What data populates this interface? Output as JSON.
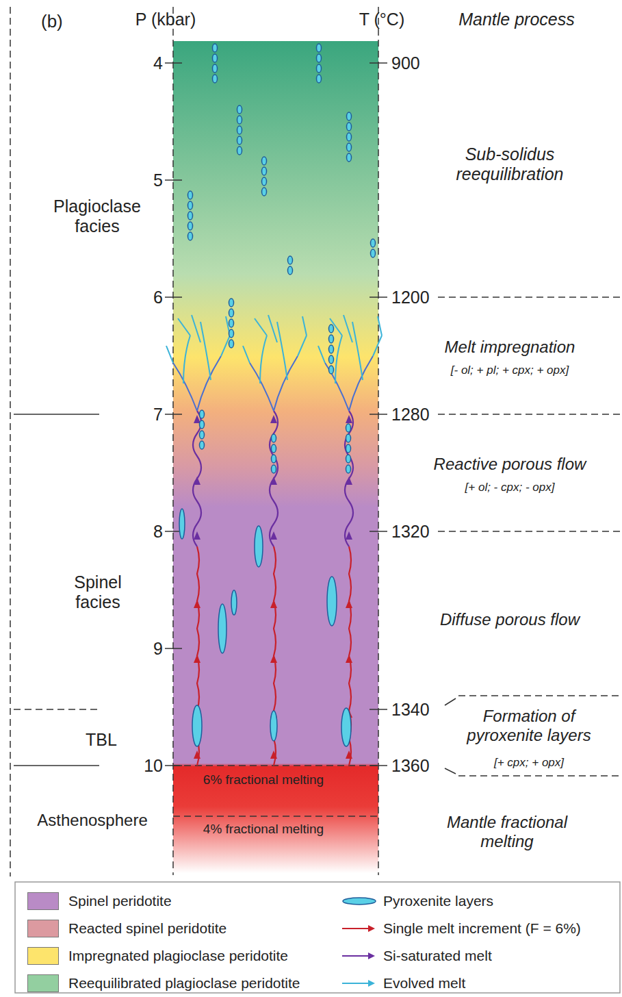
{
  "diagram": {
    "labels": [
      "(b)",
      "P (kbar)",
      "T (°C)",
      "Mantle process",
      "4",
      "5",
      "6",
      "7",
      "8",
      "9",
      "10",
      "900",
      "1200",
      "1280",
      "1320",
      "1340",
      "1360",
      "Plagioclase facies",
      "Spinel facies",
      "TBL",
      "Asthenosphere",
      "Sub-solidus reequilibration",
      "Melt impregnation",
      "[- ol; + pl; + cpx; + opx]",
      "Reactive porous flow",
      "[+ ol; - cpx; - opx]",
      "Diffuse porous flow",
      "Formation of pyroxenite layers",
      "[+ cpx; + opx]",
      "Mantle fractional melting",
      "6% fractional melting",
      "4% fractional melting"
    ],
    "legend": [
      {
        "text": "Spinel peridotite",
        "color": "#b98bc6"
      },
      {
        "text": "Reacted spinel peridotite",
        "color": "#dc9aa0"
      },
      {
        "text": "Impregnated plagioclase peridotite",
        "color": "#fde46c"
      },
      {
        "text": "Reequilibrated plagioclase peridotite",
        "color": "#93cfa0"
      },
      {
        "text": "Pyroxenite layers"
      },
      {
        "text": "Single melt increment (F = 6%)"
      },
      {
        "text": "Si-saturated melt"
      },
      {
        "text": "Evolved melt"
      }
    ]
  }
}
